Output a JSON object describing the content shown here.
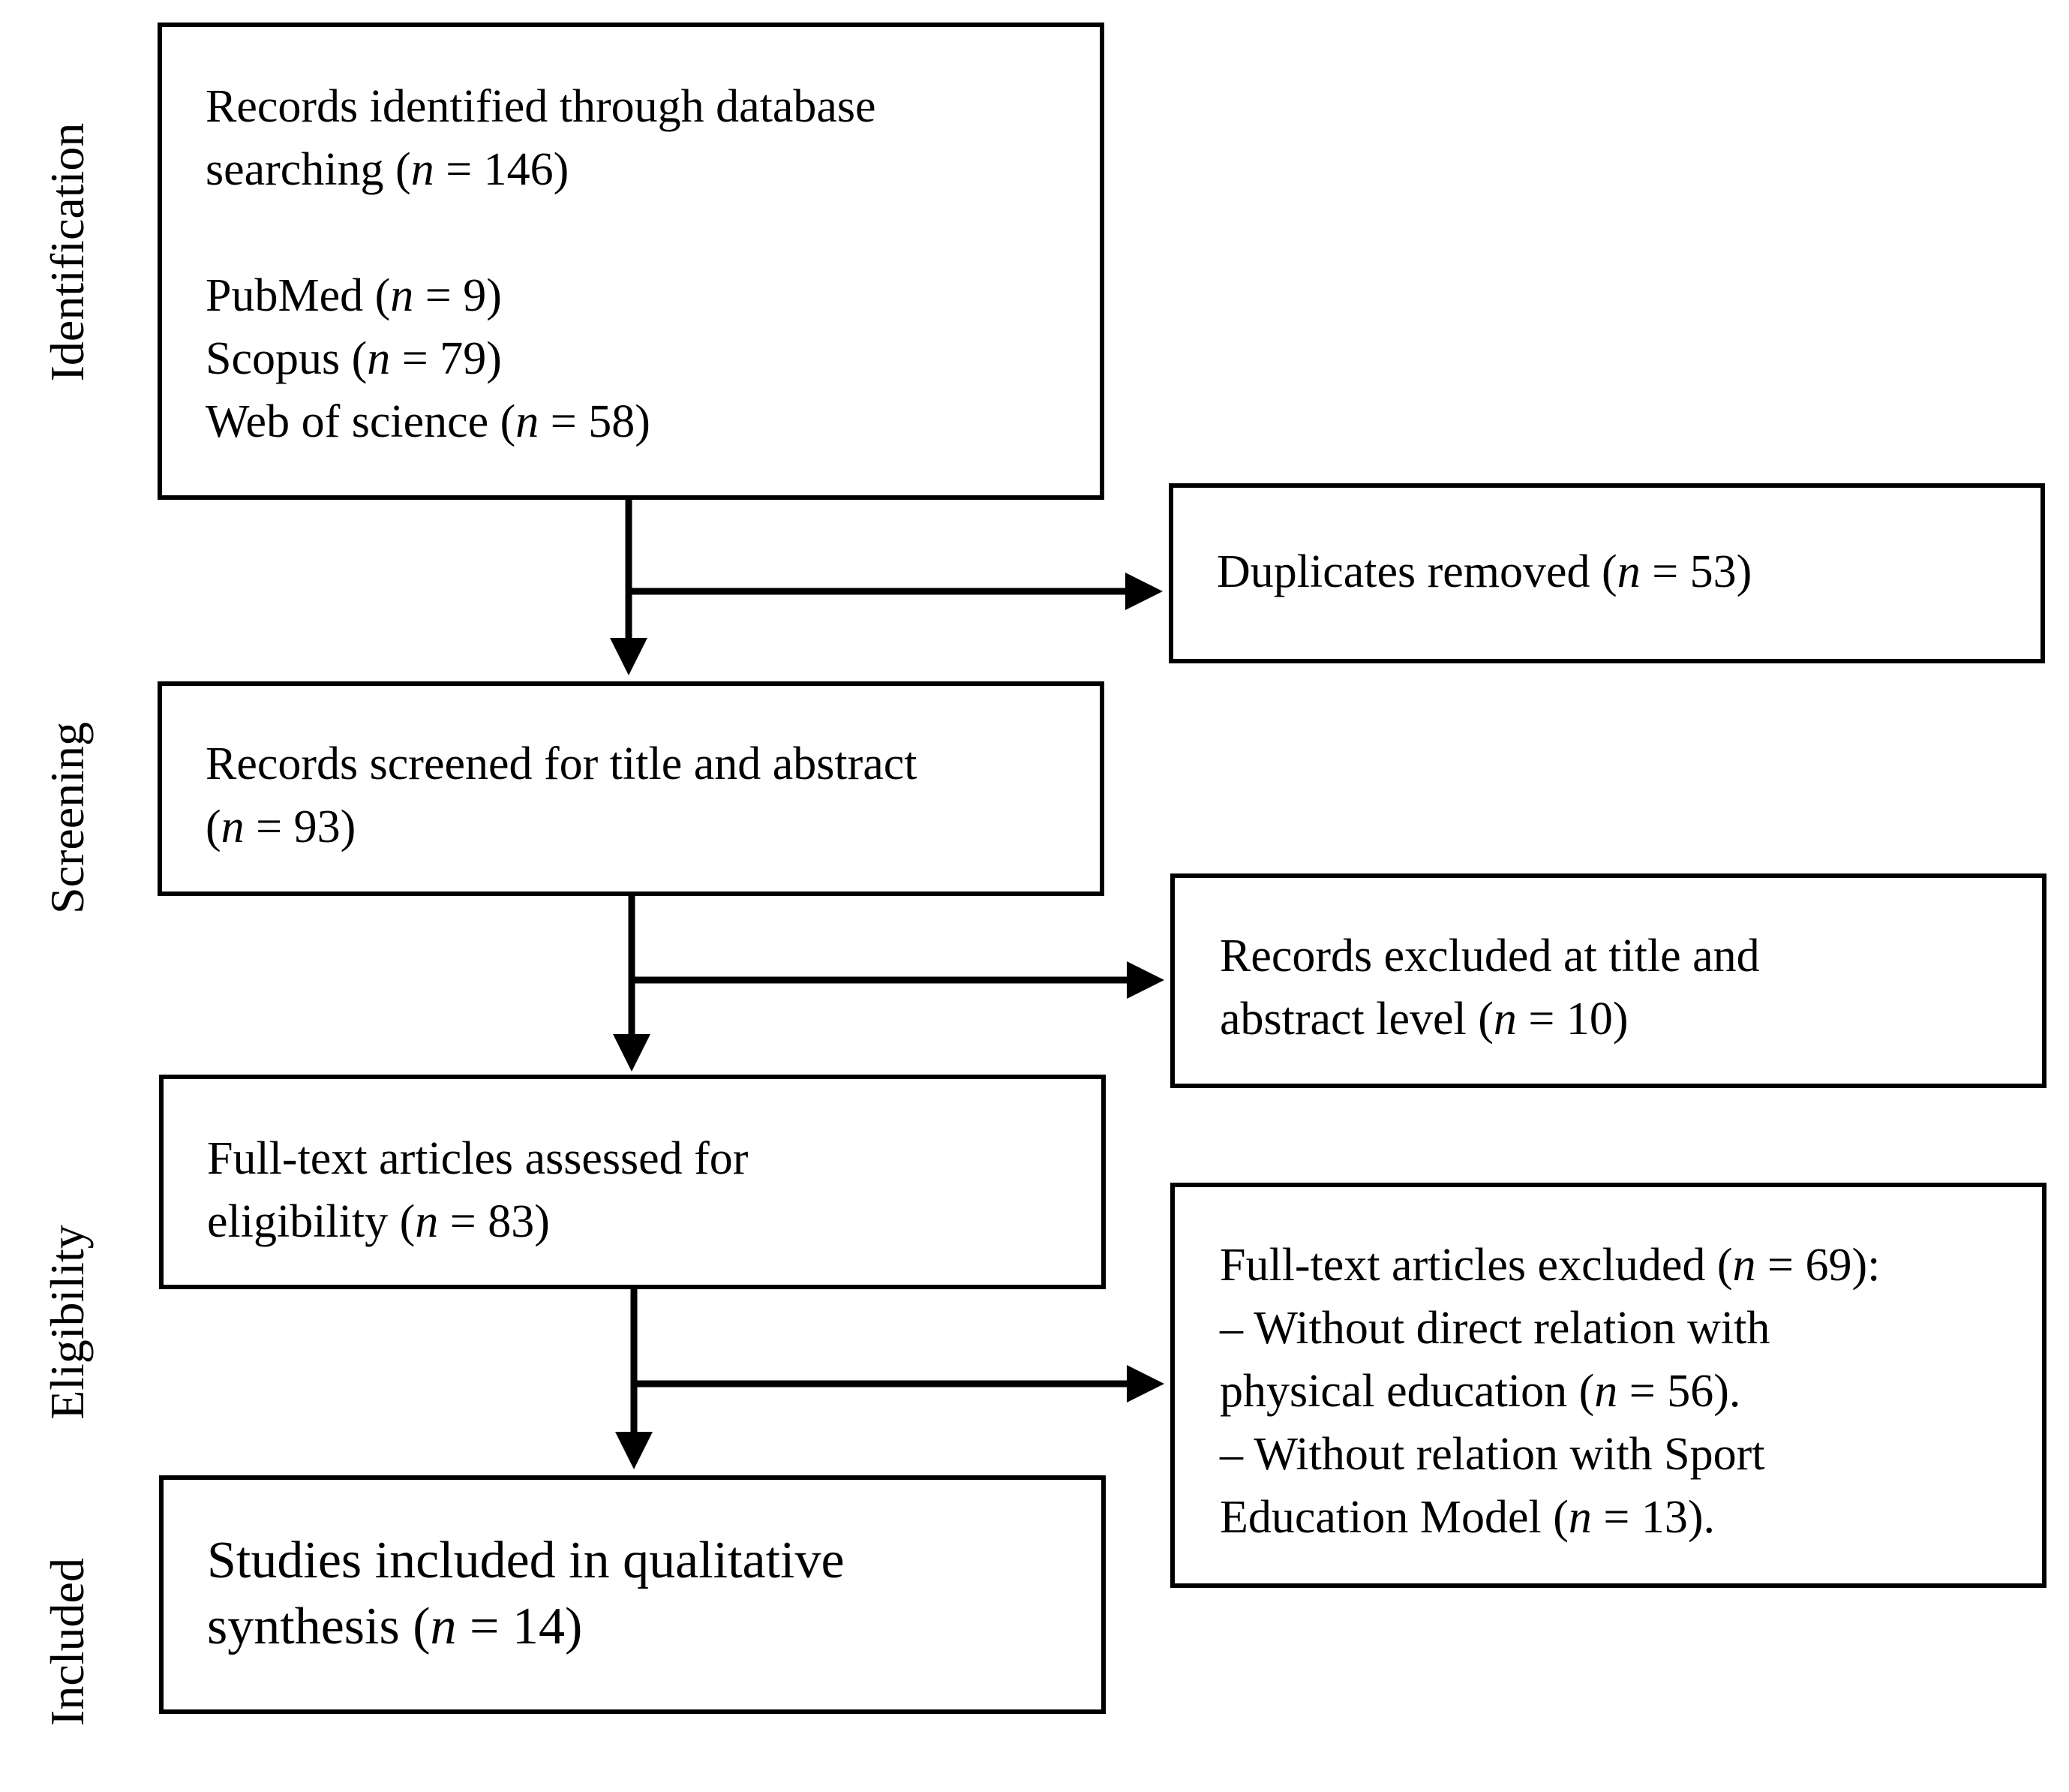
{
  "stages": {
    "identification": "Identification",
    "screening": "Screening",
    "eligibility": "Eligibility",
    "included": "Included"
  },
  "identified": {
    "line1": "Records identified through database",
    "line2_pre": "searching (",
    "n_symbol": "n",
    "line2_post": " = 146)",
    "pubmed_pre": "PubMed (",
    "pubmed_post": " = 9)",
    "scopus_pre": "Scopus (",
    "scopus_post": " = 79)",
    "wos_pre": "Web of science (",
    "wos_post": " = 58)"
  },
  "duplicates": {
    "pre": "Duplicates removed (",
    "post": " = 53)"
  },
  "screened": {
    "line1": "Records screened for title and abstract",
    "line2_pre": "(",
    "line2_post": " = 93)"
  },
  "excluded_title": {
    "line1": "Records excluded at title and",
    "line2_pre": "abstract level (",
    "line2_post": " = 10)"
  },
  "fulltext": {
    "line1": "Full-text articles assessed for",
    "line2_pre": "eligibility (",
    "line2_post": " = 83)"
  },
  "fulltext_excluded": {
    "line1_pre": "Full-text articles excluded (",
    "line1_post": " = 69):",
    "line2": "– Without direct relation with",
    "line3_pre": "physical education (",
    "line3_post": " = 56).",
    "line4": "– Without relation with Sport",
    "line5_pre": "Education Model (",
    "line5_post": " = 13)."
  },
  "included": {
    "line1": "Studies included in qualitative",
    "line2_pre": "synthesis (",
    "line2_post": " = 14)"
  }
}
